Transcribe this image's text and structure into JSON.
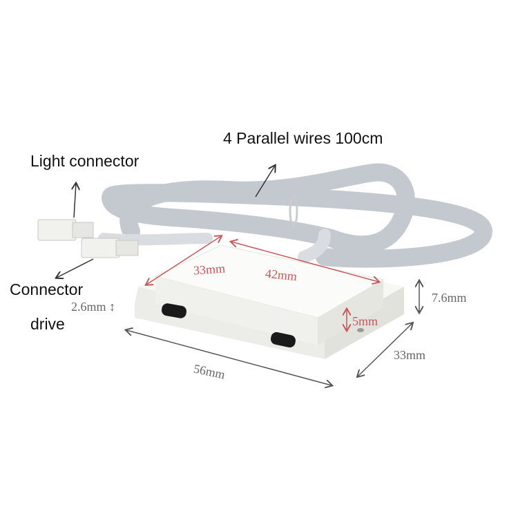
{
  "labels": {
    "wires": "4 Parallel wires 100cm",
    "light_connector": "Light connector",
    "connector_drive_line1": "Connector",
    "connector_drive_line2": "drive"
  },
  "dimensions": {
    "thickness_flange": "2.6mm",
    "top_depth": "33mm",
    "top_length": "42mm",
    "body_height": "5mm",
    "total_height": "7.6mm",
    "base_depth": "33mm",
    "base_length": "56mm"
  },
  "colors": {
    "accent_red": "#c9575a",
    "dim_gray": "#666666"
  }
}
